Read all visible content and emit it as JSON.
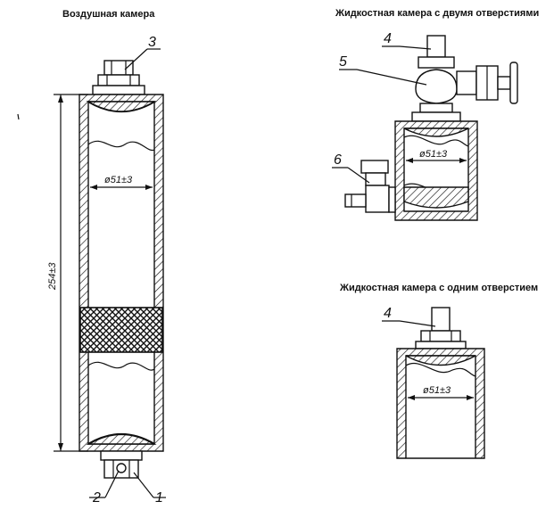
{
  "titles": {
    "air_chamber": "Воздушная камера",
    "liquid_two_holes": "Жидкостная камера с двумя отверстиями",
    "liquid_one_hole": "Жидкостная камера с одним отверстием"
  },
  "dimensions": {
    "diameter": "ø51±3",
    "length": "254±3"
  },
  "callouts": [
    "1",
    "2",
    "3",
    "4",
    "5",
    "6"
  ]
}
